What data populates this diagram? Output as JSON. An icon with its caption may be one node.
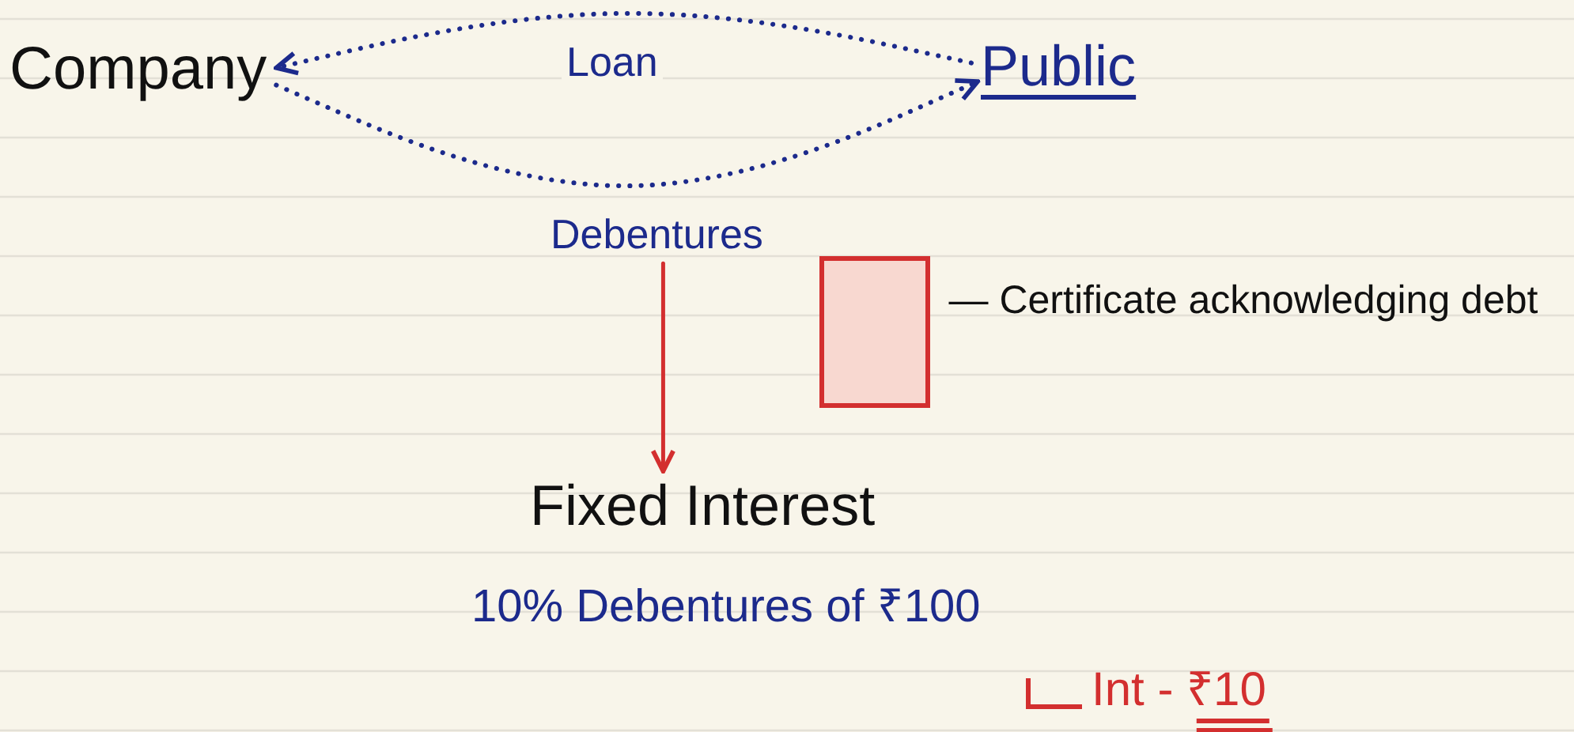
{
  "diagram": {
    "nodes": [
      {
        "text": [
          "Company"
        ]
      },
      {
        "text": [
          "Public"
        ]
      },
      {
        "text": [
          "Debentures"
        ]
      },
      {
        "text": [
          "Fixed Interest"
        ]
      },
      {
        "text": [],
        "shape": "box",
        "beside": [
          "— Certificate acknowledging debt"
        ]
      }
    ],
    "edges": [
      {
        "from": 1,
        "to": 0,
        "arrow": "to",
        "label": "Loan",
        "style": "dashed"
      },
      {
        "from": 0,
        "to": 1,
        "arrow": "to",
        "style": "dashed"
      },
      {
        "from": 2,
        "to": 3,
        "arrow": "to",
        "color": "#d32f2f"
      }
    ],
    "labels": [
      "10% Debentures of ₹100",
      "Int - ₹10"
    ]
  }
}
